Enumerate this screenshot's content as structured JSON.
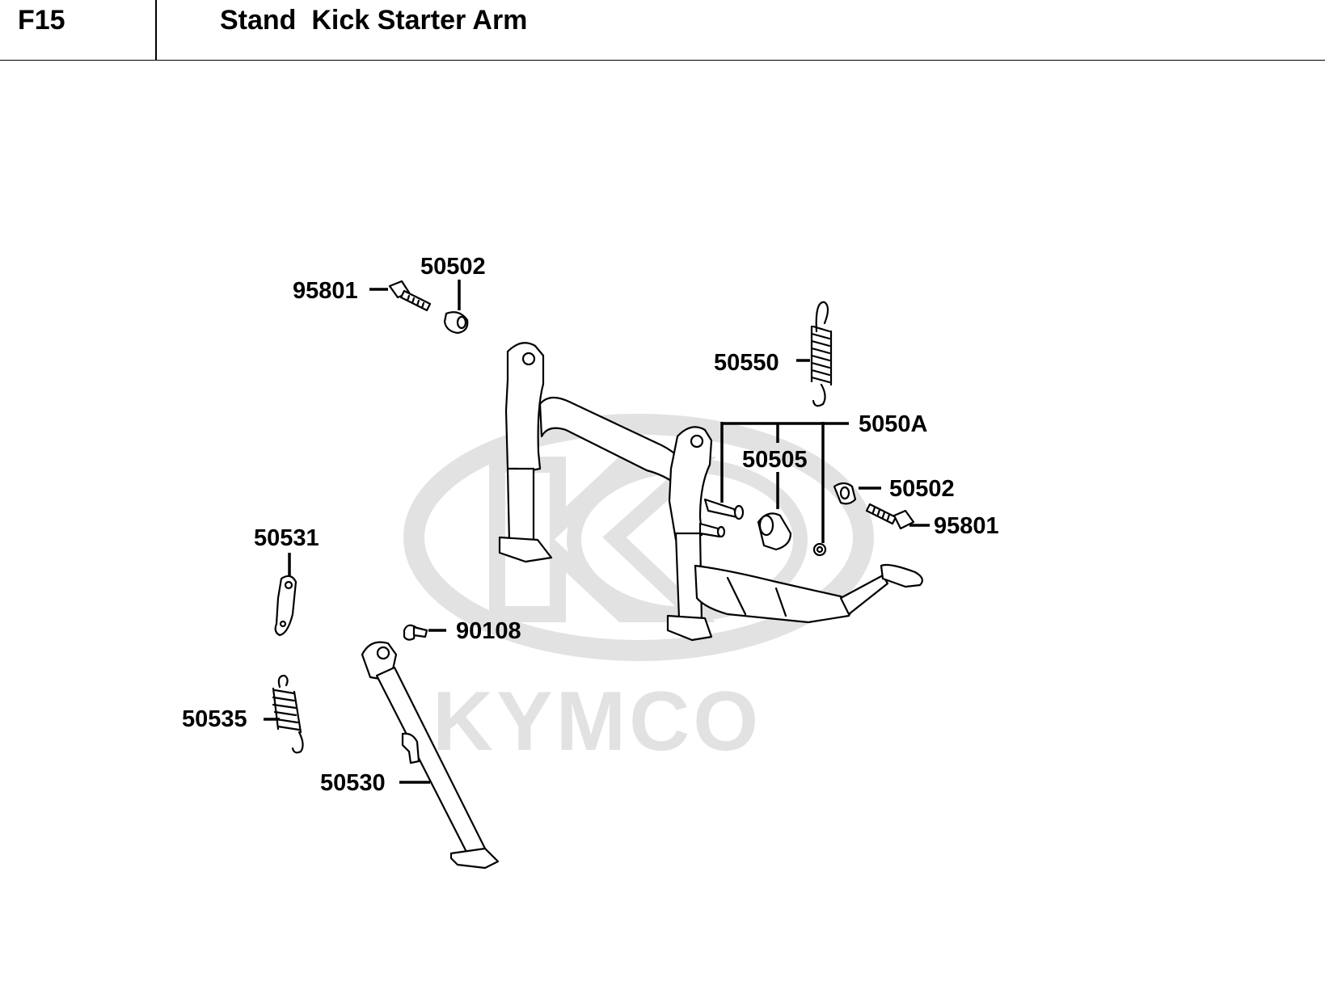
{
  "header": {
    "section_code": "F15",
    "title": "Stand  Kick Starter Arm"
  },
  "watermark": {
    "brand_text": "KYMCO",
    "color": "#e2e2e2"
  },
  "callouts": [
    {
      "id": "c1",
      "part_no": "95801"
    },
    {
      "id": "c2",
      "part_no": "50502"
    },
    {
      "id": "c3",
      "part_no": "50550"
    },
    {
      "id": "c4",
      "part_no": "5050A"
    },
    {
      "id": "c5",
      "part_no": "50505"
    },
    {
      "id": "c6",
      "part_no": "50502"
    },
    {
      "id": "c7",
      "part_no": "95801"
    },
    {
      "id": "c8",
      "part_no": "50531"
    },
    {
      "id": "c9",
      "part_no": "90108"
    },
    {
      "id": "c10",
      "part_no": "50535"
    },
    {
      "id": "c11",
      "part_no": "50530"
    }
  ]
}
